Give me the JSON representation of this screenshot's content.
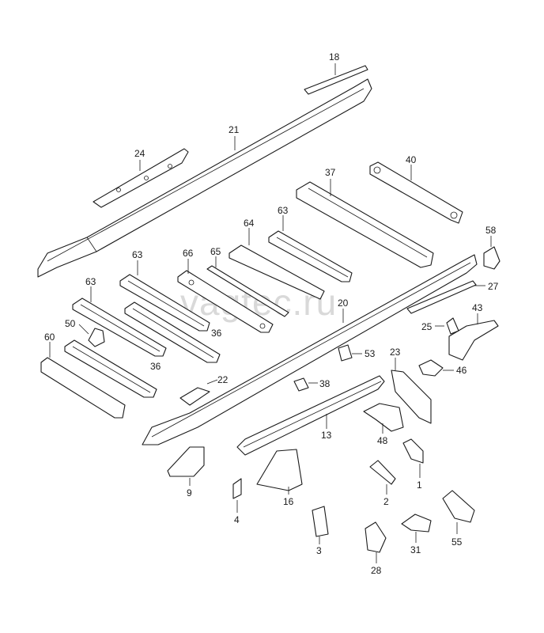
{
  "watermark": "vagtec.ru",
  "callouts": {
    "c18": "18",
    "c21": "21",
    "c24": "24",
    "c40": "40",
    "c37": "37",
    "c63a": "63",
    "c64": "64",
    "c66": "66",
    "c65": "65",
    "c63b": "63",
    "c63c": "63",
    "c58": "58",
    "c27": "27",
    "c20": "20",
    "c43": "43",
    "c25": "25",
    "c50": "50",
    "c60": "60",
    "c36a": "36",
    "c36b": "36",
    "c23": "23",
    "c53": "53",
    "c46": "46",
    "c22": "22",
    "c38": "38",
    "c13": "13",
    "c48": "48",
    "c1": "1",
    "c9": "9",
    "c16": "16",
    "c2": "2",
    "c4": "4",
    "c3": "3",
    "c31": "31",
    "c55": "55",
    "c28": "28"
  }
}
